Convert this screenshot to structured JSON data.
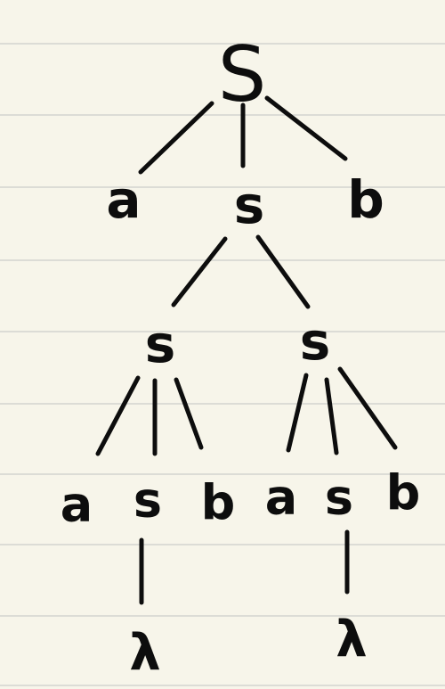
{
  "tree": {
    "root": "S",
    "level1": [
      "a",
      "s",
      "b"
    ],
    "level2": [
      "s",
      "s"
    ],
    "level3_left": [
      "a",
      "s",
      "b"
    ],
    "level3_right": [
      "a",
      "s",
      "b"
    ],
    "level4": [
      "λ",
      "λ"
    ]
  },
  "colors": {
    "paper": "#f7f5ea",
    "rule": "#dcdcd6",
    "ink": "#0d0d0d"
  }
}
